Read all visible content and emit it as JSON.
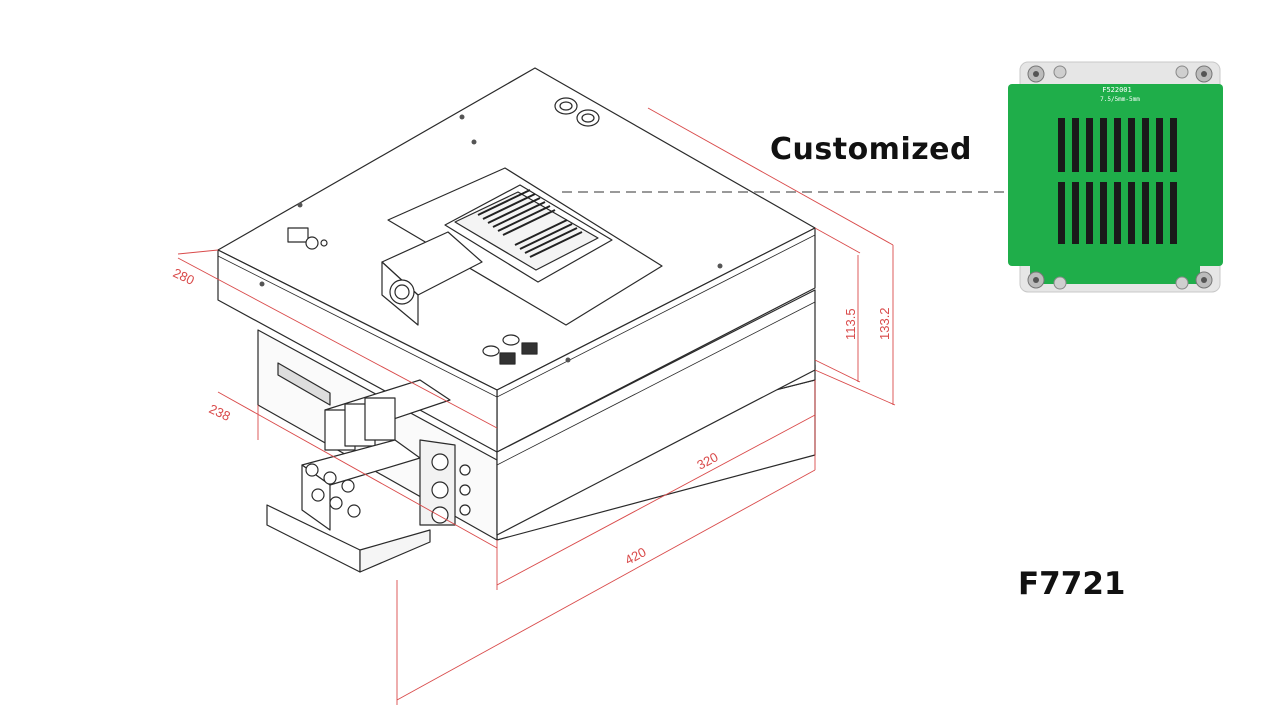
{
  "labels": {
    "customized": "Customized",
    "model": "F7721"
  },
  "pcb": {
    "code": "F522001",
    "subtext": "7.5/5mm-5mm"
  },
  "dimensions": {
    "d280": "280",
    "d238": "238",
    "d320": "320",
    "d420": "420",
    "d113": "113.5",
    "d133": "133.2"
  },
  "colors": {
    "dimension_line": "#d94a4a",
    "drawing_stroke": "#2a2a2a",
    "pcb_green": "#1fae4a",
    "pcb_frame": "#e6e6e6",
    "leader_dash": "#999999"
  },
  "icons": {
    "fixture": "pneumatic-test-fixture-drawing",
    "pcb": "pcb-socket-photo"
  }
}
